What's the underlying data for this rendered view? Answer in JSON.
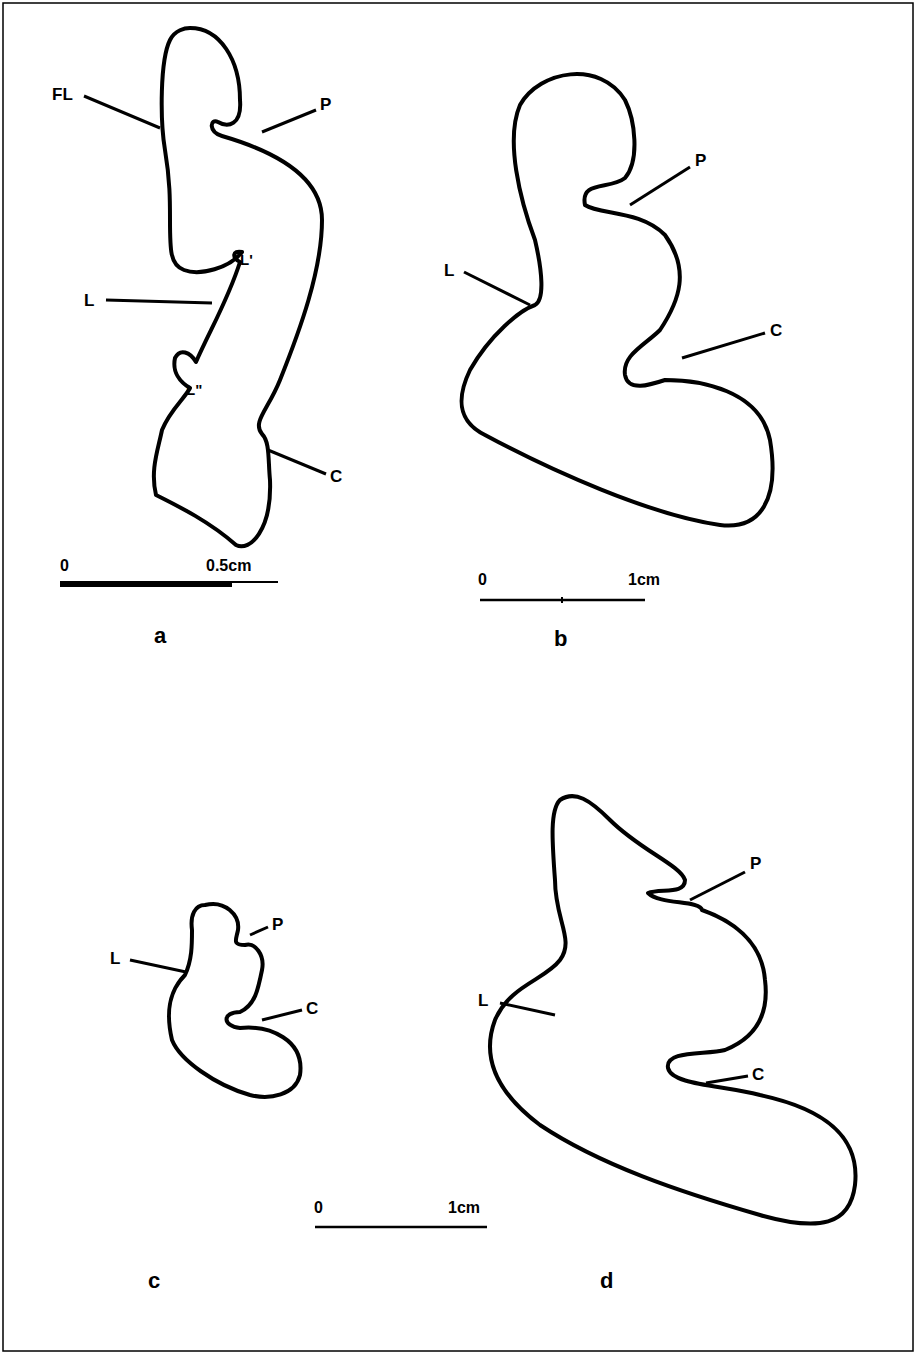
{
  "diagram": {
    "labels": [
      "FL",
      "P",
      "L'",
      "L",
      "L\"",
      "C",
      "0",
      "0.5cm",
      "a",
      "P",
      "L",
      "C",
      "0",
      "1cm",
      "b",
      "P",
      "L",
      "C",
      "0",
      "1cm",
      "c",
      "P",
      "L",
      "C",
      "d"
    ]
  }
}
